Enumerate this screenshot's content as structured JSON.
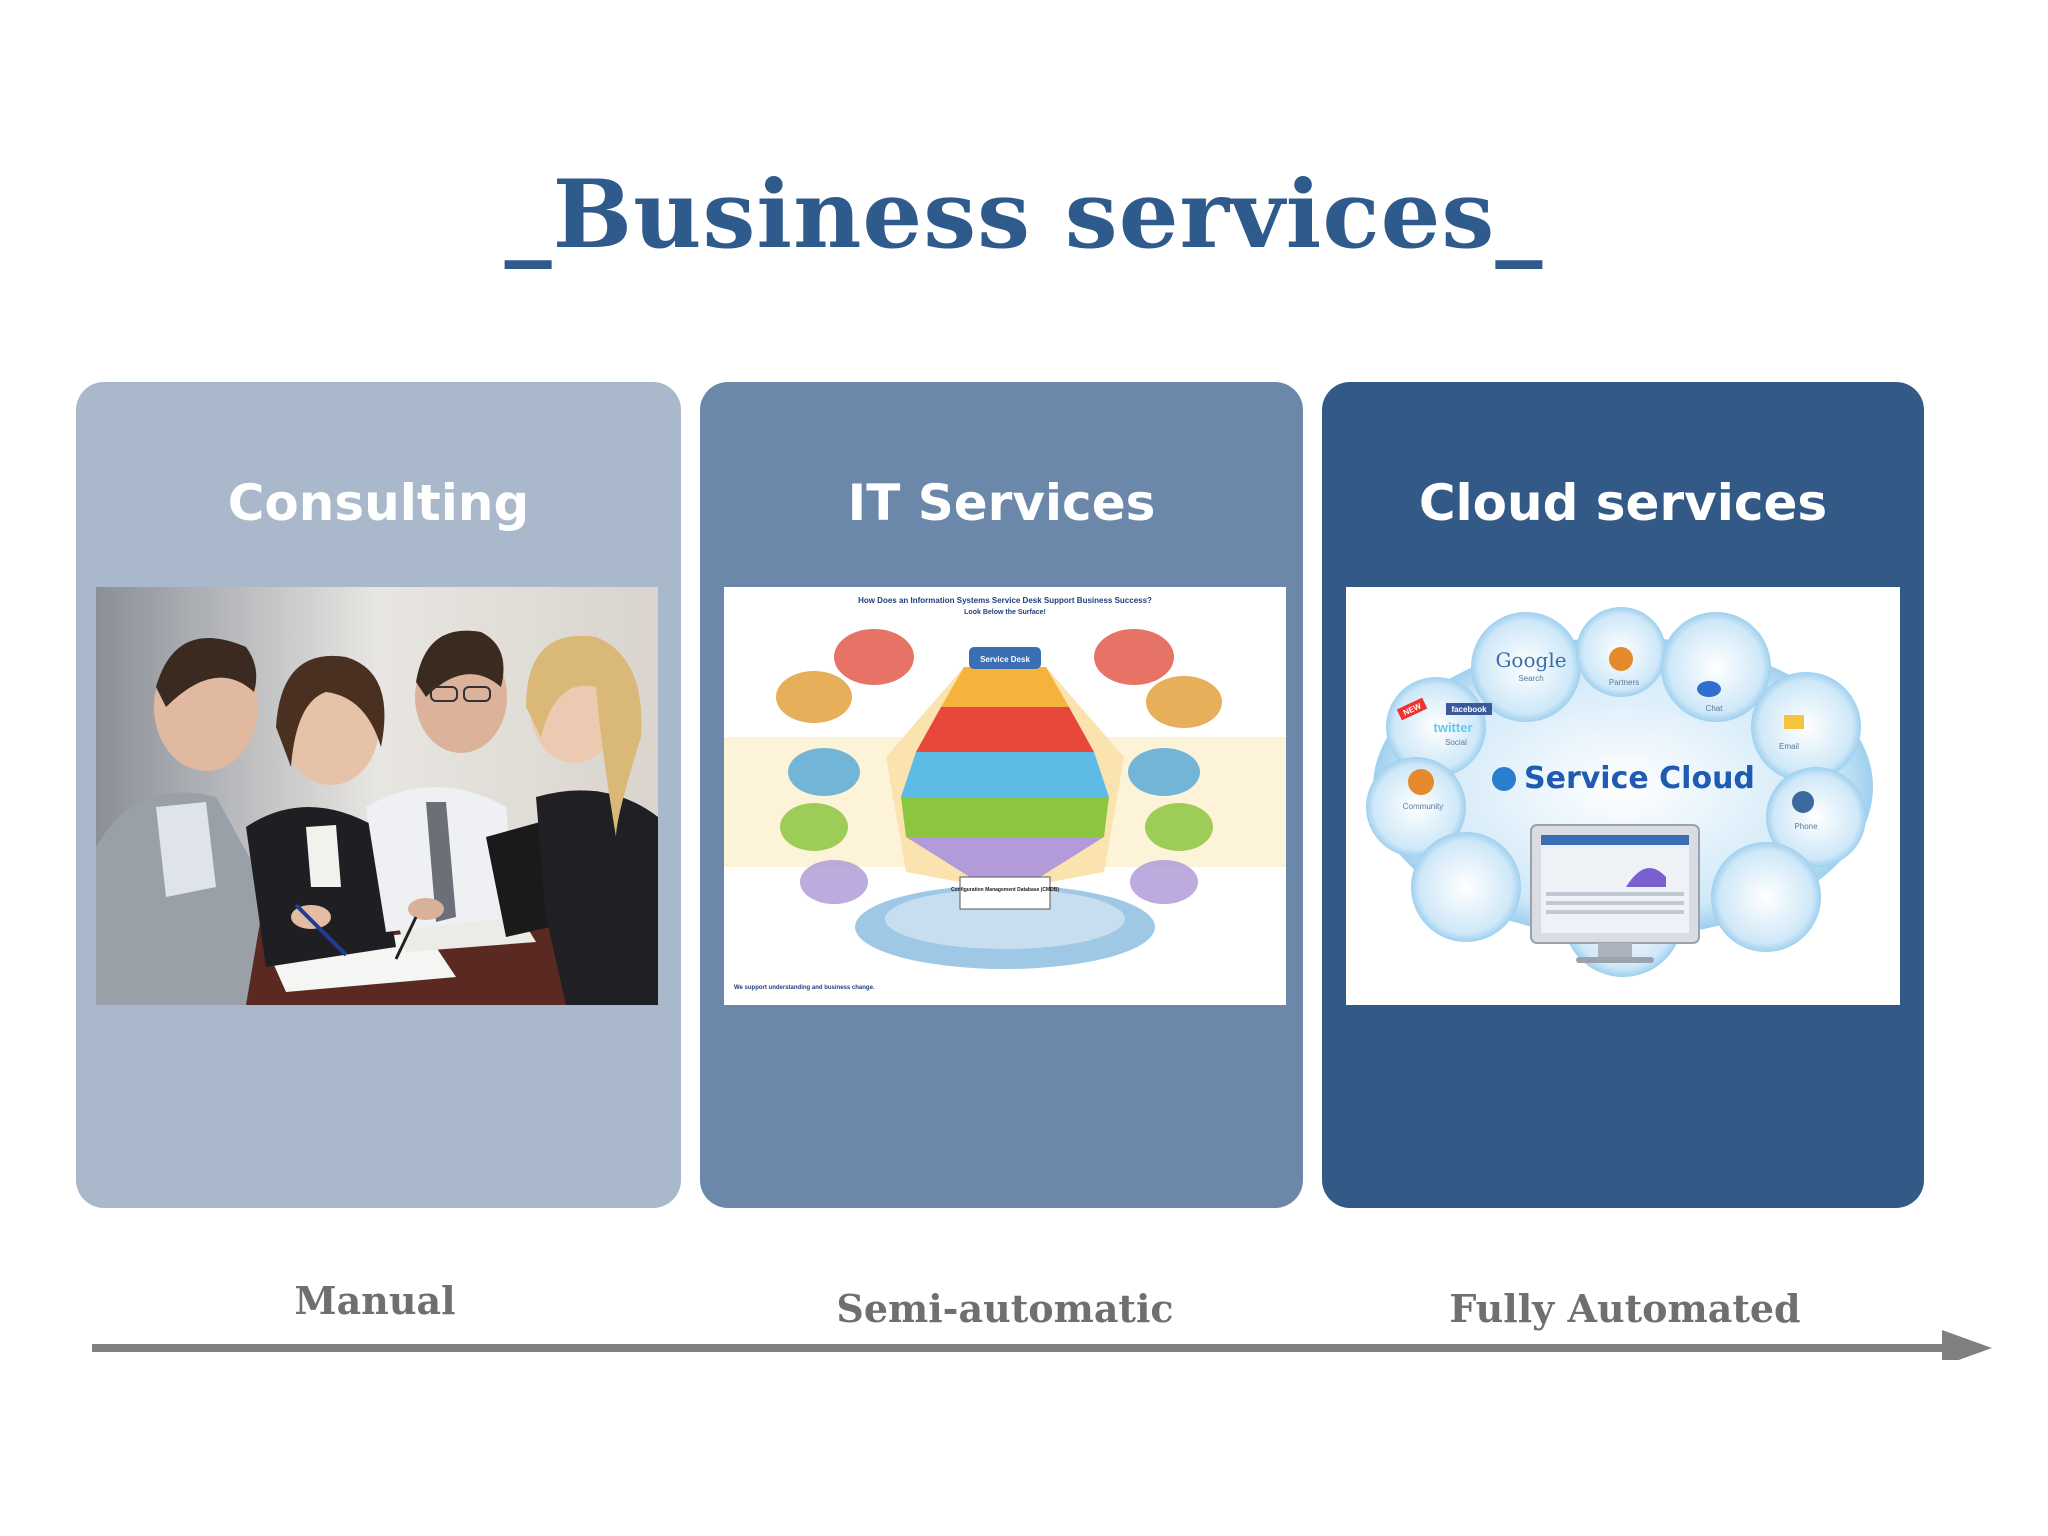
{
  "title": "_Business services_",
  "cards": [
    {
      "title": "Consulting",
      "image": "business-meeting-photo",
      "color": "#a9b8cb"
    },
    {
      "title": "IT Services",
      "image": "service-desk-diagram",
      "color": "#6b87aa",
      "image_text": {
        "heading": "How Does an Information Systems Service Desk Support Business Success?",
        "subheading": "Look Below the Surface!",
        "center": "Service Desk",
        "cmdb": "Configuration Management Database (CMDB)",
        "footer": "We support understanding and business change."
      }
    },
    {
      "title": "Cloud services",
      "image": "service-cloud-illustration",
      "color": "#335a86",
      "image_text": {
        "brand": "Service Cloud",
        "google": "Google",
        "google_sub": "Search",
        "partners": "Partners",
        "chat": "Chat",
        "email": "Email",
        "phone": "Phone",
        "community": "Community",
        "facebook": "facebook",
        "twitter": "twitter",
        "social": "Social",
        "new": "NEW"
      }
    }
  ],
  "scale": {
    "labels": [
      "Manual",
      "Semi-automatic",
      "Fully Automated"
    ],
    "arrow_color": "#808080"
  }
}
